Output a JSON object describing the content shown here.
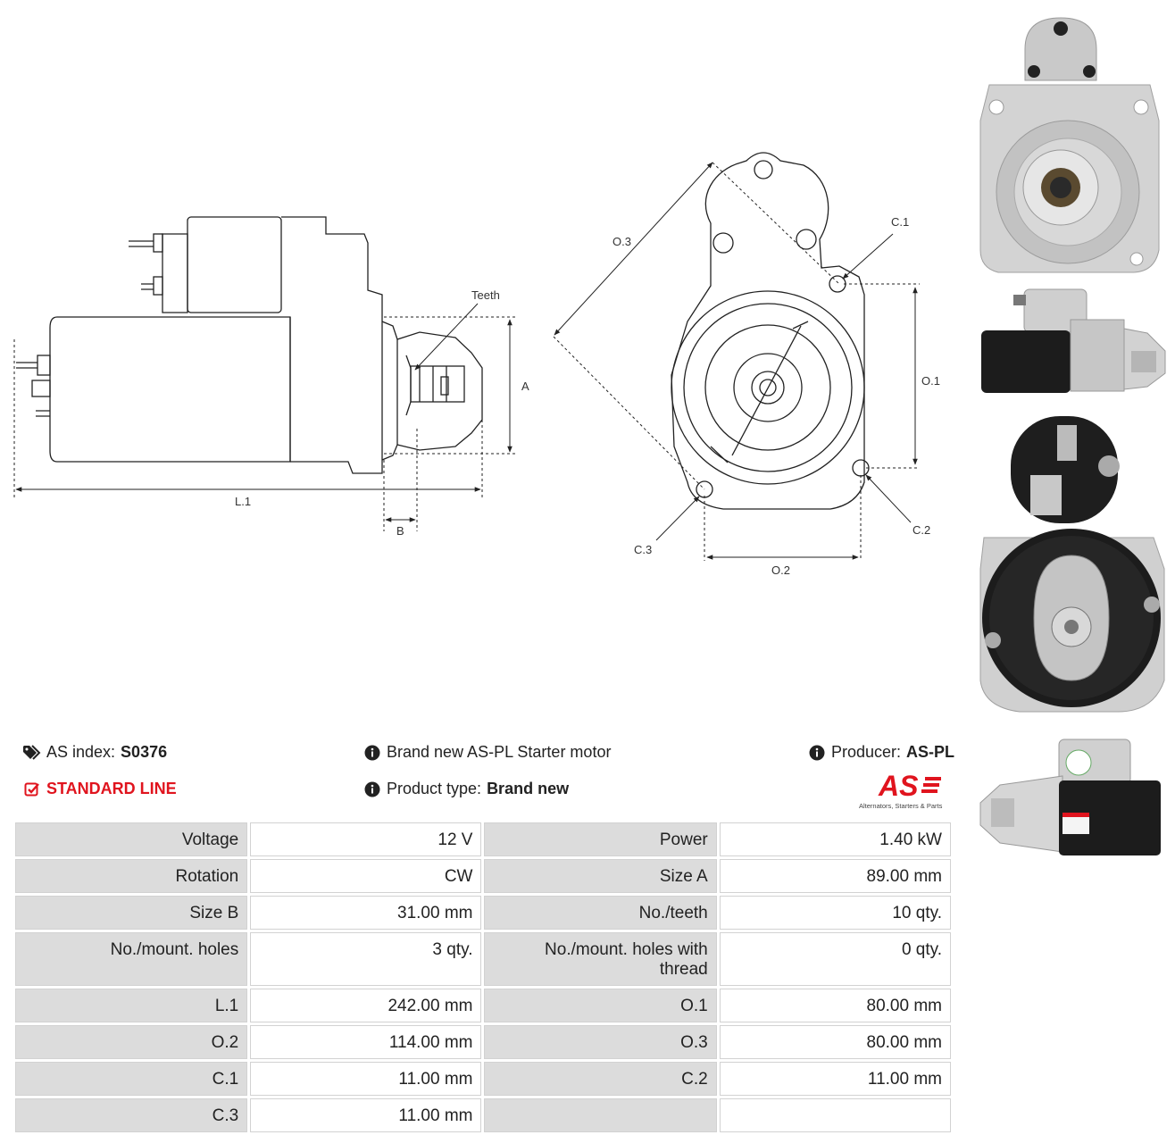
{
  "drawing_labels": {
    "teeth": "Teeth",
    "a": "A",
    "b": "B",
    "l1": "L.1",
    "c1": "C.1",
    "c2": "C.2",
    "c3": "C.3",
    "o1": "O.1",
    "o2": "O.2",
    "o3": "O.3"
  },
  "header": {
    "as_index_label": "AS index:",
    "as_index_value": "S0376",
    "line": "STANDARD LINE",
    "title": "Brand new AS-PL Starter motor",
    "product_type_label": "Product type:",
    "product_type_value": "Brand new",
    "producer_label": "Producer:",
    "producer_value": "AS-PL",
    "logo_text": "AS",
    "logo_tagline": "Alternators, Starters & Parts"
  },
  "specs": [
    {
      "k1": "Voltage",
      "v1": "12 V",
      "k2": "Power",
      "v2": "1.40 kW"
    },
    {
      "k1": "Rotation",
      "v1": "CW",
      "k2": "Size A",
      "v2": "89.00 mm"
    },
    {
      "k1": "Size B",
      "v1": "31.00 mm",
      "k2": "No./teeth",
      "v2": "10 qty."
    },
    {
      "k1": "No./mount. holes",
      "v1": "3 qty.",
      "k2": "No./mount. holes with thread",
      "v2": "0 qty."
    },
    {
      "k1": "L.1",
      "v1": "242.00 mm",
      "k2": "O.1",
      "v2": "80.00 mm"
    },
    {
      "k1": "O.2",
      "v1": "114.00 mm",
      "k2": "O.3",
      "v2": "80.00 mm"
    },
    {
      "k1": "C.1",
      "v1": "11.00 mm",
      "k2": "C.2",
      "v2": "11.00 mm"
    },
    {
      "k1": "C.3",
      "v1": "11.00 mm",
      "k2": "",
      "v2": ""
    }
  ],
  "colors": {
    "accent_red": "#e0141e",
    "key_cell": "#dcdcdc"
  },
  "icons": [
    "tags-icon",
    "check-square-icon",
    "info-circle-icon"
  ]
}
